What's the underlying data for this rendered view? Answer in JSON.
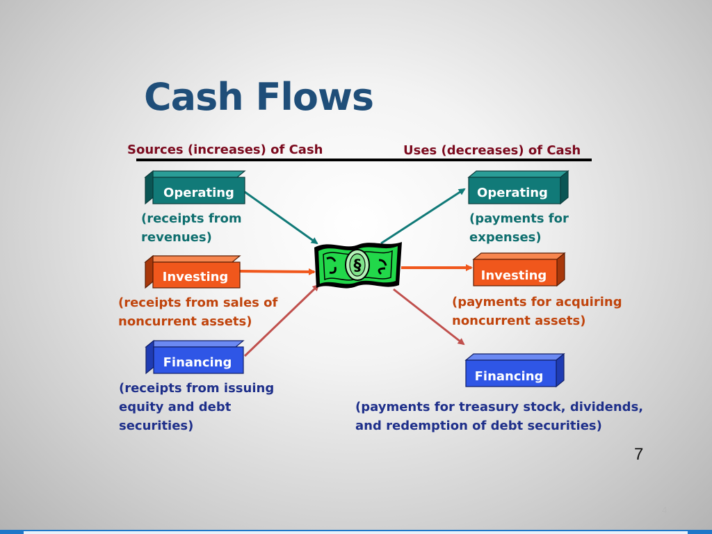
{
  "title": "Cash Flows",
  "sources_heading": "Sources (increases) of Cash",
  "uses_heading": "Uses  (decreases) of Cash",
  "sources": [
    {
      "label": "Operating",
      "desc": [
        "(receipts from",
        "revenues)"
      ]
    },
    {
      "label": "Investing",
      "desc": [
        "(receipts from sales of",
        "noncurrent assets)"
      ]
    },
    {
      "label": "Financing",
      "desc": [
        "(receipts from issuing",
        "equity and debt",
        "securities)"
      ]
    }
  ],
  "uses": [
    {
      "label": "Operating",
      "desc": [
        "(payments for",
        "expenses)"
      ]
    },
    {
      "label": "Investing",
      "desc": [
        "(payments for acquiring",
        "noncurrent assets)"
      ]
    },
    {
      "label": "Financing",
      "desc": [
        "(payments for treasury stock, dividends,",
        "and redemption of debt securities)"
      ]
    }
  ],
  "page_number": "7",
  "slide_number": "4",
  "center_icon": "dollar-bill-icon",
  "colors": {
    "title": "#1f4e79",
    "heading": "#7b0a1e",
    "operating": "#117a78",
    "investing": "#f0571c",
    "financing": "#2f56e6",
    "operating_text": "#0e6e6e",
    "investing_text": "#c0440c",
    "financing_text": "#1e2f8a",
    "accent_bar": "#1f77c8"
  }
}
